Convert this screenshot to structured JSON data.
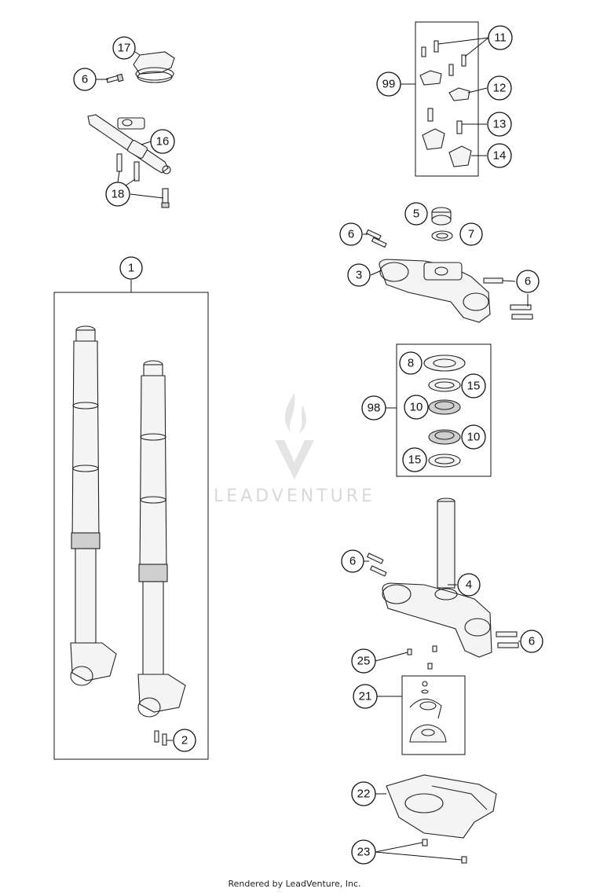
{
  "watermark": {
    "text": "LEADVENTURE"
  },
  "footer": {
    "text": "Rendered by LeadVenture, Inc."
  },
  "callouts": {
    "c17": "17",
    "c6a": "6",
    "c16": "16",
    "c18": "18",
    "c11": "11",
    "c99": "99",
    "c12": "12",
    "c13": "13",
    "c14": "14",
    "c5": "5",
    "c6b": "6",
    "c7": "7",
    "c3": "3",
    "c6c": "6",
    "c1": "1",
    "c2": "2",
    "c8": "8",
    "c98": "98",
    "c15a": "15",
    "c10a": "10",
    "c10b": "10",
    "c15b": "15",
    "c6d": "6",
    "c4": "4",
    "c6e": "6",
    "c25": "25",
    "c21": "21",
    "c22": "22",
    "c23": "23"
  },
  "colors": {
    "line": "#111111",
    "part_fill": "#f4f4f4",
    "watermark": "#d9d9d9"
  }
}
